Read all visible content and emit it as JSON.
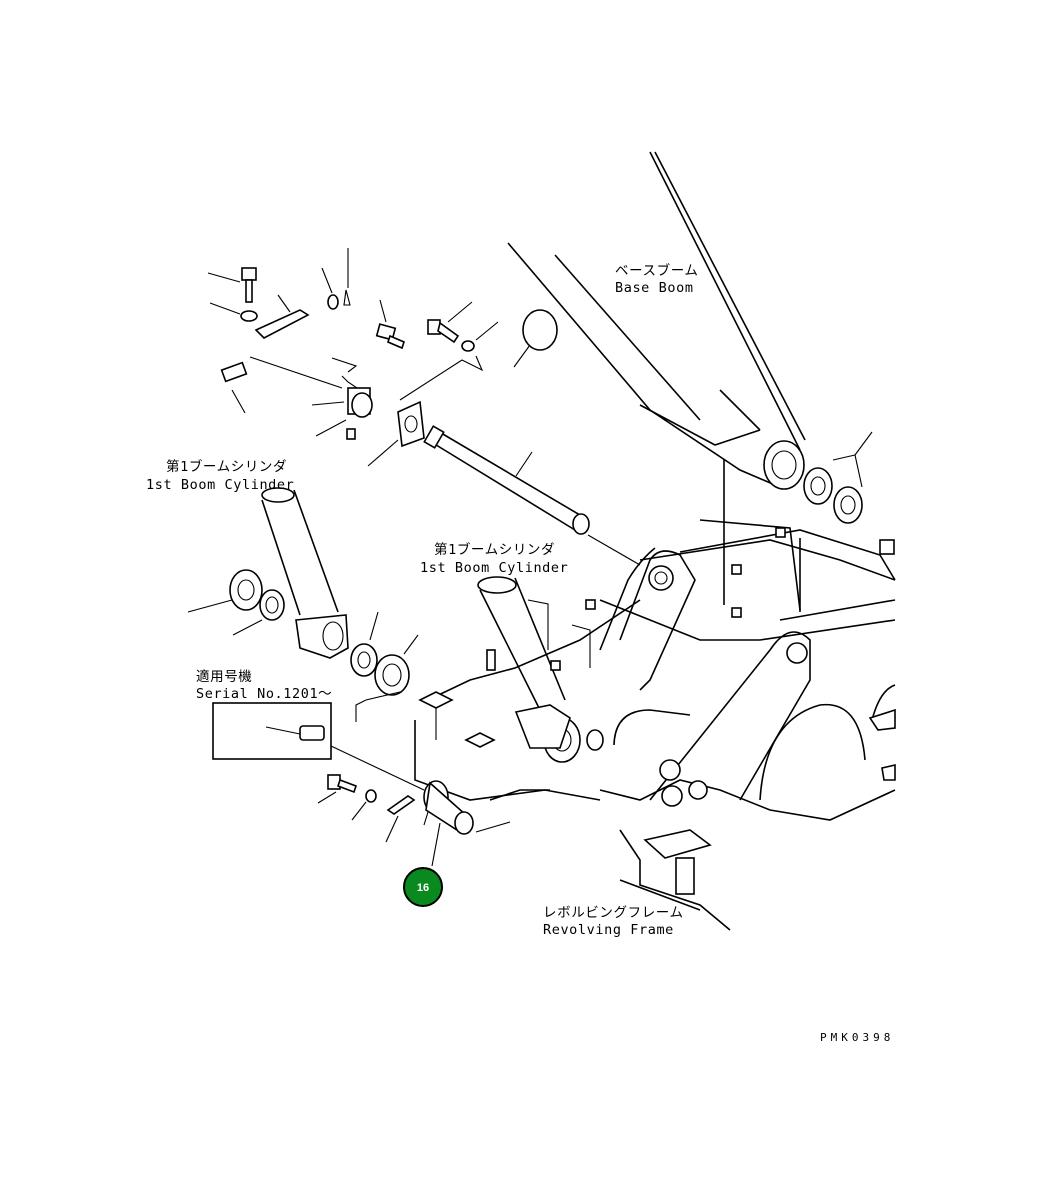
{
  "labels": {
    "base_boom_jp": "ベースブーム",
    "base_boom_en": "Base Boom",
    "cyl_left_jp": "第1ブームシリンダ",
    "cyl_left_en": "1st Boom Cylinder",
    "cyl_mid_jp": "第1ブームシリンダ",
    "cyl_mid_en": "1st Boom Cylinder",
    "serial_jp": "適用号機",
    "serial_en": "Serial No.1201～",
    "frame_jp": "レボルビングフレーム",
    "frame_en": "Revolving Frame",
    "drawing_code": "PMK0398"
  },
  "callout": {
    "number": "16",
    "color": "#0a8a1e",
    "border": "#000000"
  }
}
